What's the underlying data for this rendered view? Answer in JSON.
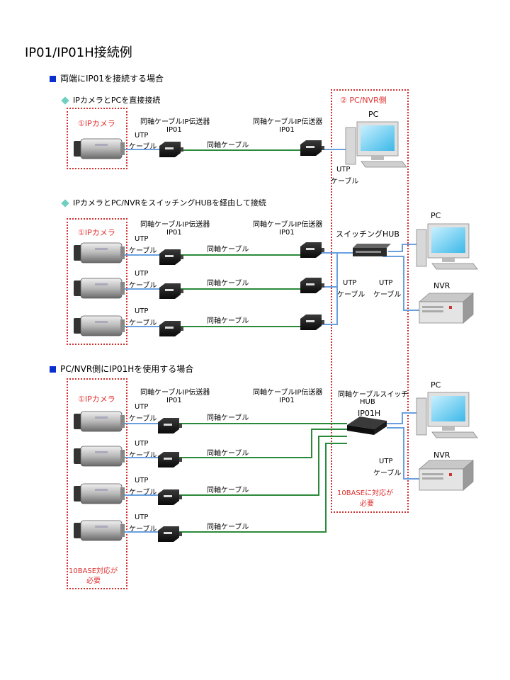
{
  "title": "IP01/IP01H接続例",
  "sections": {
    "s1": "両端にIP01を接続する場合",
    "s1a": "IPカメラとPCを直接接続",
    "s1b": "IPカメラとPC/NVRをスイッチングHUBを経由して接続",
    "s2": "PC/NVR側にIP01Hを使用する場合"
  },
  "labels": {
    "camera": "①IPカメラ",
    "pc_nvr_side": "② PC/NVR側",
    "transmitter": "同軸ケーブルIP伝送器",
    "ip01": "IP01",
    "utp": "UTP",
    "cable": "ケーブル",
    "coax": "同軸ケーブル",
    "pc": "PC",
    "nvr": "NVR",
    "switching_hub": "スイッチングHUB",
    "coax_switch_hub_1": "同軸ケーブルスイッチ",
    "coax_switch_hub_2": "HUB",
    "ip01h": "IP01H",
    "tenbase_right_1": "10BASEに対応が",
    "tenbase_left_1": "10BASE対応が",
    "tenbase_2": "必要"
  },
  "colors": {
    "accent_red": "#e03030",
    "coax_green": "#2a8a3a",
    "utp_blue": "#6aa0e0",
    "bullet_blue": "#0a2fd0",
    "bullet_teal": "#6fd0c0"
  },
  "icons": [
    "ip-camera-icon",
    "ip01-transmitter-icon",
    "pc-icon",
    "nvr-icon",
    "switching-hub-icon",
    "ip01h-hub-icon"
  ]
}
